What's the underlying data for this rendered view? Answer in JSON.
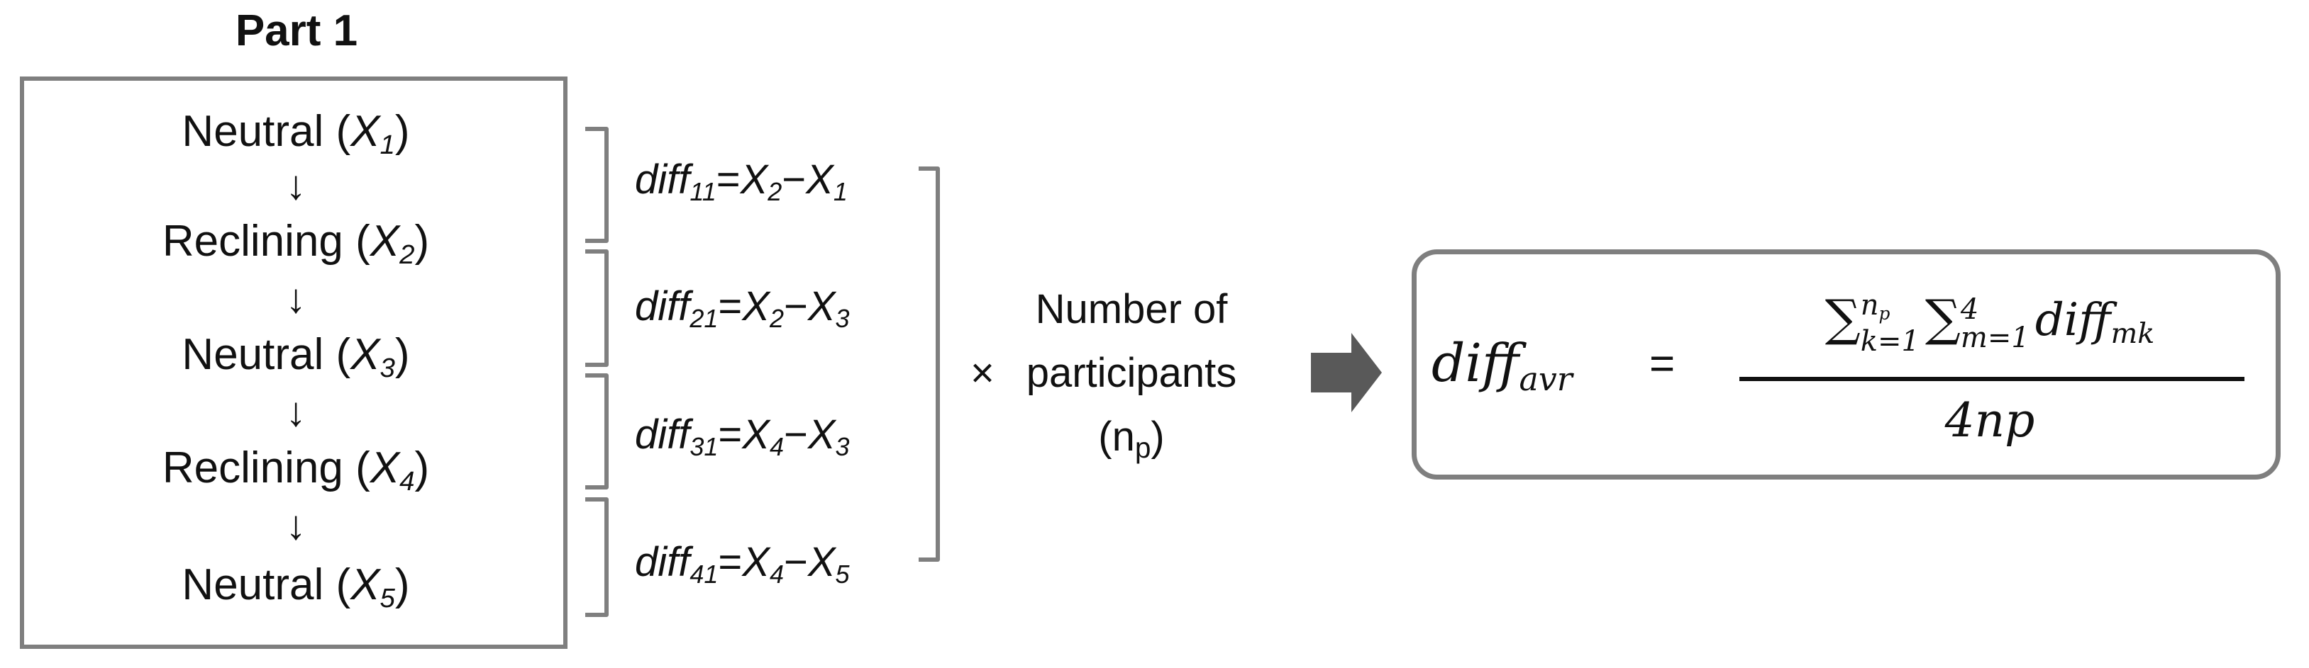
{
  "diagram": {
    "part_title": "Part 1",
    "sequence": [
      {
        "label": "Neutral (",
        "var": "X",
        "sub": "1",
        "close": ")"
      },
      {
        "label": "Reclining (",
        "var": "X",
        "sub": "2",
        "close": ")"
      },
      {
        "label": "Neutral (",
        "var": "X",
        "sub": "3",
        "close": ")"
      },
      {
        "label": "Reclining (",
        "var": "X",
        "sub": "4",
        "close": ")"
      },
      {
        "label": "Neutral (",
        "var": "X",
        "sub": "5",
        "close": ")"
      }
    ],
    "down_arrow": "↓",
    "differences": [
      {
        "name": "diff",
        "sub": "11",
        "eq": "=",
        "a": "X",
        "a_sub": "2",
        "op": "−",
        "b": "X",
        "b_sub": "1"
      },
      {
        "name": "diff",
        "sub": "21",
        "eq": "=",
        "a": "X",
        "a_sub": "2",
        "op": "−",
        "b": "X",
        "b_sub": "3"
      },
      {
        "name": "diff",
        "sub": "31",
        "eq": "=",
        "a": "X",
        "a_sub": "4",
        "op": "−",
        "b": "X",
        "b_sub": "3"
      },
      {
        "name": "diff",
        "sub": "41",
        "eq": "=",
        "a": "X",
        "a_sub": "4",
        "op": "−",
        "b": "X",
        "b_sub": "5"
      }
    ],
    "multiplier": {
      "times": "×",
      "line1": "Number of",
      "line2": "participants",
      "line3_open": "(n",
      "line3_sub": "p",
      "line3_close": ")"
    },
    "formula": {
      "lhs": "diff",
      "lhs_sub": "avr",
      "equals": "=",
      "sigma": "∑",
      "sum1_upper": "n",
      "sum1_upper_sub": "p",
      "sum1_lower": "k=1",
      "sum2_upper": "4",
      "sum2_lower": "m=1",
      "term": "diff",
      "term_sub": "mk",
      "denominator": "4np"
    },
    "colors": {
      "box_border": "#7f7f7f",
      "bracket": "#7f7f7f",
      "arrow_fill": "#595959",
      "text": "#111111"
    }
  }
}
